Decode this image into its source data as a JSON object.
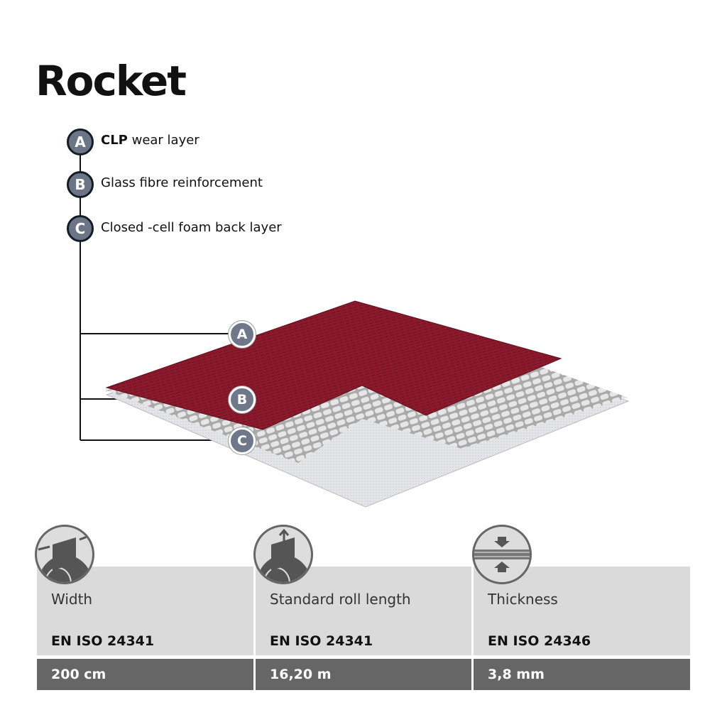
{
  "title": "Rocket",
  "layers": [
    {
      "letter": "A",
      "bold": "CLP",
      "label": " wear layer"
    },
    {
      "letter": "B",
      "bold": "",
      "label": "Glass fibre reinforcement"
    },
    {
      "letter": "C",
      "bold": "",
      "label": "Closed -cell foam back layer"
    }
  ],
  "colors": {
    "wear_layer": "#8a1a2c",
    "badge": "#6b7585",
    "header_cell": "#dadada",
    "value_cell": "#666666"
  },
  "specs": [
    {
      "icon": "roll-width-icon",
      "label": "Width",
      "standard": "EN ISO 24341",
      "value": "200 cm"
    },
    {
      "icon": "roll-length-icon",
      "label": "Standard roll length",
      "standard": "EN ISO 24341",
      "value": "16,20 m"
    },
    {
      "icon": "thickness-icon",
      "label": "Thickness",
      "standard": "EN ISO 24346",
      "value": "3,8 mm"
    }
  ]
}
